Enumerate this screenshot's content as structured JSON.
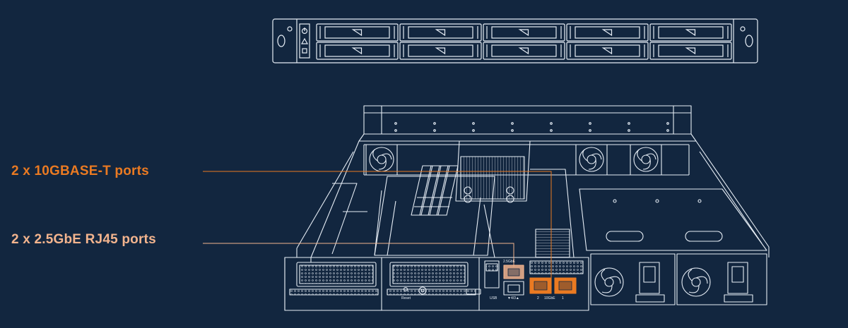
{
  "callouts": {
    "ten_gig": {
      "label": "2 x 10GBASE-T ports"
    },
    "two_five_gig": {
      "label": "2 x 2.5GbE RJ45 ports"
    }
  },
  "panel_text": {
    "reset": "Reset",
    "usb": "USB",
    "port_group_a": "▼4/3▲",
    "port_2": "2",
    "port_label_10g": "10GbE",
    "port_1": "1",
    "port_group_b": "2.5GbE"
  },
  "colors": {
    "background": "#12263f",
    "line_art": "#e6edf5",
    "accent_10g": "#ea7a22",
    "accent_25g": "#f3b48e"
  },
  "icons": {
    "power": "power-icon",
    "warning": "warning-icon",
    "status": "status-led-icon"
  }
}
